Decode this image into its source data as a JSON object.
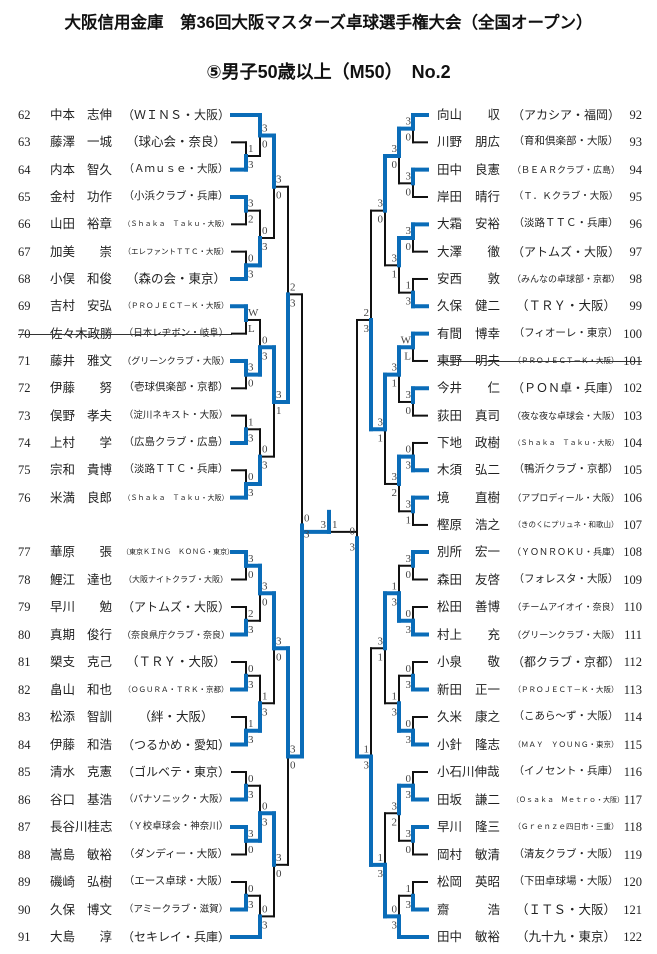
{
  "header": {
    "title": "大阪信用金庫　第36回大阪マスターズ卓球選手権大会（全国オープン）",
    "subtitle": "⑤男子50歳以上（M50）　No.2"
  },
  "colors": {
    "winner": "#0a6cb8",
    "loser": "#111111"
  },
  "players_left": [
    {
      "no": "62",
      "family": "中本",
      "given": "志伸",
      "club": "（ＷＩＮＳ・大阪）"
    },
    {
      "no": "63",
      "family": "藤澤",
      "given": "一城",
      "club": "（球心会・奈良）"
    },
    {
      "no": "64",
      "family": "内本",
      "given": "智久",
      "club": "（Ａｍｕｓｅ・大阪）"
    },
    {
      "no": "65",
      "family": "金村",
      "given": "功作",
      "club": "（小浜クラブ・兵庫）"
    },
    {
      "no": "66",
      "family": "山田",
      "given": "裕章",
      "club": "（Ｓｈａｋａ　Ｔａｋｕ・大阪）"
    },
    {
      "no": "67",
      "family": "加美",
      "given": "崇",
      "club": "（エレファントＴＴＣ・大阪）"
    },
    {
      "no": "68",
      "family": "小俣",
      "given": "和俊",
      "club": "（森の会・東京）"
    },
    {
      "no": "69",
      "family": "吉村",
      "given": "安弘",
      "club": "（ＰＲＯＪＥＣＴ－Ｋ・大阪）"
    },
    {
      "no": "70",
      "family": "佐々木政勝",
      "given": "",
      "club": "（日本レヂボン・岐阜）",
      "withdrawn": true
    },
    {
      "no": "71",
      "family": "藤井",
      "given": "雅文",
      "club": "（グリーンクラブ・大阪）"
    },
    {
      "no": "72",
      "family": "伊藤",
      "given": "努",
      "club": "（壱球倶楽部・京都）"
    },
    {
      "no": "73",
      "family": "俣野",
      "given": "孝夫",
      "club": "（淀川ネキスト・大阪）"
    },
    {
      "no": "74",
      "family": "上村",
      "given": "学",
      "club": "（広島クラブ・広島）"
    },
    {
      "no": "75",
      "family": "宗和",
      "given": "貴博",
      "club": "（淡路ＴＴＣ・兵庫）"
    },
    {
      "no": "76",
      "family": "米満",
      "given": "良郎",
      "club": "（Ｓｈａｋａ　Ｔａｋｕ・大阪）"
    },
    {
      "no": "77",
      "family": "華原",
      "given": "張",
      "club": "（東京ＫＩＮＧ　ＫＯＮＧ・東京）"
    },
    {
      "no": "78",
      "family": "鯉江",
      "given": "達也",
      "club": "（大阪ナイトクラブ・大阪）"
    },
    {
      "no": "79",
      "family": "早川",
      "given": "勉",
      "club": "（アトムズ・大阪）"
    },
    {
      "no": "80",
      "family": "真期",
      "given": "俊行",
      "club": "（奈良県庁クラブ・奈良）"
    },
    {
      "no": "81",
      "family": "槊支",
      "given": "克己",
      "club": "（ＴＲＹ・大阪）"
    },
    {
      "no": "82",
      "family": "畠山",
      "given": "和也",
      "club": "（ＯＧＵＲＡ・ＴＲＫ・京都）"
    },
    {
      "no": "83",
      "family": "松添",
      "given": "智訓",
      "club": "（絆・大阪）"
    },
    {
      "no": "84",
      "family": "伊藤",
      "given": "和浩",
      "club": "（つるかめ・愛知）"
    },
    {
      "no": "85",
      "family": "清水",
      "given": "克憲",
      "club": "（ゴルベテ・東京）"
    },
    {
      "no": "86",
      "family": "谷口",
      "given": "基浩",
      "club": "（パナソニック・大阪）"
    },
    {
      "no": "87",
      "family": "長谷川桂志",
      "given": "",
      "club": "（Ｙ校卓球会・神奈川）"
    },
    {
      "no": "88",
      "family": "嵩島",
      "given": "敏裕",
      "club": "（ダンディー・大阪）"
    },
    {
      "no": "89",
      "family": "磯崎",
      "given": "弘樹",
      "club": "（エース卓球・大阪）"
    },
    {
      "no": "90",
      "family": "久保",
      "given": "博文",
      "club": "（アミークラブ・滋賀）"
    },
    {
      "no": "91",
      "family": "大島",
      "given": "淳",
      "club": "（セキレイ・兵庫）"
    }
  ],
  "players_right": [
    {
      "no": "92",
      "family": "向山",
      "given": "収",
      "club": "（アカシア・福岡）"
    },
    {
      "no": "93",
      "family": "川野",
      "given": "朋広",
      "club": "（育和倶楽部・大阪）"
    },
    {
      "no": "94",
      "family": "田中",
      "given": "良憲",
      "club": "（ＢＥＡＲクラブ・広島）"
    },
    {
      "no": "95",
      "family": "岸田",
      "given": "晴行",
      "club": "（Ｔ．Ｋクラブ・大阪）"
    },
    {
      "no": "96",
      "family": "大霜",
      "given": "安裕",
      "club": "（淡路ＴＴＣ・兵庫）"
    },
    {
      "no": "97",
      "family": "大澤",
      "given": "徹",
      "club": "（アトムズ・大阪）"
    },
    {
      "no": "98",
      "family": "安西",
      "given": "敦",
      "club": "（みんなの卓球部・京都）"
    },
    {
      "no": "99",
      "family": "久保",
      "given": "健二",
      "club": "（ＴＲＹ・大阪）"
    },
    {
      "no": "100",
      "family": "有間",
      "given": "博幸",
      "club": "（フィオーレ・東京）"
    },
    {
      "no": "101",
      "family": "東野",
      "given": "明夫",
      "club": "（ＰＲＯＪＥＣＴ－Ｋ・大阪）",
      "withdrawn": true
    },
    {
      "no": "102",
      "family": "今井",
      "given": "仁",
      "club": "（ＰＯＮ卓・兵庫）"
    },
    {
      "no": "103",
      "family": "荻田",
      "given": "真司",
      "club": "（夜な夜な卓球会・大阪）"
    },
    {
      "no": "104",
      "family": "下地",
      "given": "政樹",
      "club": "（Ｓｈａｋａ　Ｔａｋｕ・大阪）"
    },
    {
      "no": "105",
      "family": "木須",
      "given": "弘二",
      "club": "（鴨沂クラブ・京都）"
    },
    {
      "no": "106",
      "family": "境",
      "given": "直樹",
      "club": "（アプロディール・大阪）"
    },
    {
      "no": "107",
      "family": "樫原",
      "given": "浩之",
      "club": "（きのくにプリュネ・和歌山）"
    },
    {
      "no": "108",
      "family": "別所",
      "given": "宏一",
      "club": "（ＹＯＮＲＯＫＵ・兵庫）"
    },
    {
      "no": "109",
      "family": "森田",
      "given": "友啓",
      "club": "（フォレスタ・大阪）"
    },
    {
      "no": "110",
      "family": "松田",
      "given": "善博",
      "club": "（チームアイオイ・奈良）"
    },
    {
      "no": "111",
      "family": "村上",
      "given": "充",
      "club": "（グリーンクラブ・大阪）"
    },
    {
      "no": "112",
      "family": "小泉",
      "given": "敬",
      "club": "（都クラブ・京都）"
    },
    {
      "no": "113",
      "family": "新田",
      "given": "正一",
      "club": "（ＰＲＯＪＥＣＴ－Ｋ・大阪）"
    },
    {
      "no": "114",
      "family": "久米",
      "given": "康之",
      "club": "（こあら～ず・大阪）"
    },
    {
      "no": "115",
      "family": "小針",
      "given": "隆志",
      "club": "（ＭＡＹ　ＹＯＵＮＧ・東京）"
    },
    {
      "no": "116",
      "family": "小石川伸哉",
      "given": "",
      "club": "（イノセント・兵庫）"
    },
    {
      "no": "117",
      "family": "田坂",
      "given": "謙二",
      "club": "（Ｏｓａｋａ　Ｍｅｔｒｏ・大阪）"
    },
    {
      "no": "118",
      "family": "早川",
      "given": "隆三",
      "club": "（Ｇｒｅｎｚｅ四日市・三重）"
    },
    {
      "no": "119",
      "family": "岡村",
      "given": "敏清",
      "club": "（清友クラブ・大阪）"
    },
    {
      "no": "120",
      "family": "松岡",
      "given": "英昭",
      "club": "（下田卓球場・大阪）"
    },
    {
      "no": "121",
      "family": "齋",
      "given": "浩",
      "club": "（ＩＴＳ・大阪）"
    },
    {
      "no": "122",
      "family": "田中",
      "given": "敏裕",
      "club": "（九十九・東京）"
    }
  ],
  "bracket": {
    "left": {
      "s": [
        "0",
        "3"
      ],
      "a": {
        "s": [
          "2",
          "3"
        ],
        "a": {
          "s": [
            "3",
            "0"
          ],
          "a": {
            "s": [
              "3",
              "0"
            ],
            "a": "62",
            "b": {
              "s": [
                "1",
                "3"
              ],
              "a": "63",
              "b": "64"
            }
          },
          "b": {
            "s": [
              "0",
              "3"
            ],
            "a": {
              "s": [
                "3",
                "2"
              ],
              "a": "65",
              "b": "66"
            },
            "b": {
              "s": [
                "0",
                "3"
              ],
              "a": "67",
              "b": "68"
            }
          }
        },
        "b": {
          "s": [
            "3",
            "1"
          ],
          "a": {
            "s": [
              "0",
              "3"
            ],
            "a": {
              "s": [
                "W",
                "L"
              ],
              "a": "69",
              "b": "70"
            },
            "b": {
              "s": [
                "3",
                "0"
              ],
              "a": "71",
              "b": "72"
            }
          },
          "b": {
            "s": [
              "0",
              "3"
            ],
            "a": {
              "s": [
                "1",
                "3"
              ],
              "a": "73",
              "b": "74"
            },
            "b": {
              "s": [
                "0",
                "3"
              ],
              "a": "75",
              "b": "76"
            }
          }
        }
      },
      "b": {
        "s": [
          "3",
          "0"
        ],
        "a": {
          "s": [
            "3",
            "0"
          ],
          "a": {
            "s": [
              "3",
              "0"
            ],
            "a": {
              "s": [
                "3",
                "0"
              ],
              "a": "77",
              "b": "78"
            },
            "b": {
              "s": [
                "2",
                "3"
              ],
              "a": "79",
              "b": "80"
            }
          },
          "b": {
            "s": [
              "1",
              "3"
            ],
            "a": {
              "s": [
                "0",
                "3"
              ],
              "a": "81",
              "b": "82"
            },
            "b": {
              "s": [
                "1",
                "3"
              ],
              "a": "83",
              "b": "84"
            }
          }
        },
        "b": {
          "s": [
            "3",
            "0"
          ],
          "a": {
            "s": [
              "0",
              "3"
            ],
            "a": {
              "s": [
                "0",
                "3"
              ],
              "a": "85",
              "b": "86"
            },
            "b": {
              "s": [
                "3",
                "0"
              ],
              "a": "87",
              "b": "88"
            }
          },
          "b": {
            "s": [
              "0",
              "3"
            ],
            "a": {
              "s": [
                "0",
                "3"
              ],
              "a": "89",
              "b": "90"
            },
            "b": "91"
          }
        }
      }
    },
    "right": {
      "s": [
        "0",
        "3"
      ],
      "a": {
        "s": [
          "2",
          "3"
        ],
        "a": {
          "s": [
            "3",
            "0"
          ],
          "a": {
            "s": [
              "3",
              "0"
            ],
            "a": {
              "s": [
                "3",
                "0"
              ],
              "a": "92",
              "b": "93"
            },
            "b": {
              "s": [
                "3",
                "0"
              ],
              "a": "94",
              "b": "95"
            }
          },
          "b": {
            "s": [
              "3",
              "1"
            ],
            "a": {
              "s": [
                "3",
                "0"
              ],
              "a": "96",
              "b": "97"
            },
            "b": {
              "s": [
                "1",
                "3"
              ],
              "a": "98",
              "b": "99"
            }
          }
        },
        "b": {
          "s": [
            "3",
            "1"
          ],
          "a": {
            "s": [
              "3",
              "1"
            ],
            "a": {
              "s": [
                "W",
                "L"
              ],
              "a": "100",
              "b": "101"
            },
            "b": {
              "s": [
                "3",
                "0"
              ],
              "a": "102",
              "b": "103"
            }
          },
          "b": {
            "s": [
              "3",
              "2"
            ],
            "a": {
              "s": [
                "0",
                "3"
              ],
              "a": "104",
              "b": "105"
            },
            "b": {
              "s": [
                "3",
                "1"
              ],
              "a": "106",
              "b": "107"
            }
          }
        }
      },
      "b": {
        "s": [
          "1",
          "3"
        ],
        "a": {
          "s": [
            "3",
            "1"
          ],
          "a": {
            "s": [
              "1",
              "3"
            ],
            "a": {
              "s": [
                "3",
                "0"
              ],
              "a": "108",
              "b": "109"
            },
            "b": {
              "s": [
                "0",
                "3"
              ],
              "a": "110",
              "b": "111"
            }
          },
          "b": {
            "s": [
              "1",
              "3"
            ],
            "a": {
              "s": [
                "0",
                "3"
              ],
              "a": "112",
              "b": "113"
            },
            "b": {
              "s": [
                "0",
                "3"
              ],
              "a": "114",
              "b": "115"
            }
          }
        },
        "b": {
          "s": [
            "1",
            "3"
          ],
          "a": {
            "s": [
              "3",
              "2"
            ],
            "a": {
              "s": [
                "0",
                "3"
              ],
              "a": "116",
              "b": "117"
            },
            "b": {
              "s": [
                "3",
                "0"
              ],
              "a": "118",
              "b": "119"
            }
          },
          "b": {
            "s": [
              "0",
              "3"
            ],
            "a": {
              "s": [
                "1",
                "3"
              ],
              "a": "120",
              "b": "121"
            },
            "b": "122"
          }
        }
      }
    },
    "final": {
      "s": [
        "3",
        "1"
      ]
    }
  }
}
